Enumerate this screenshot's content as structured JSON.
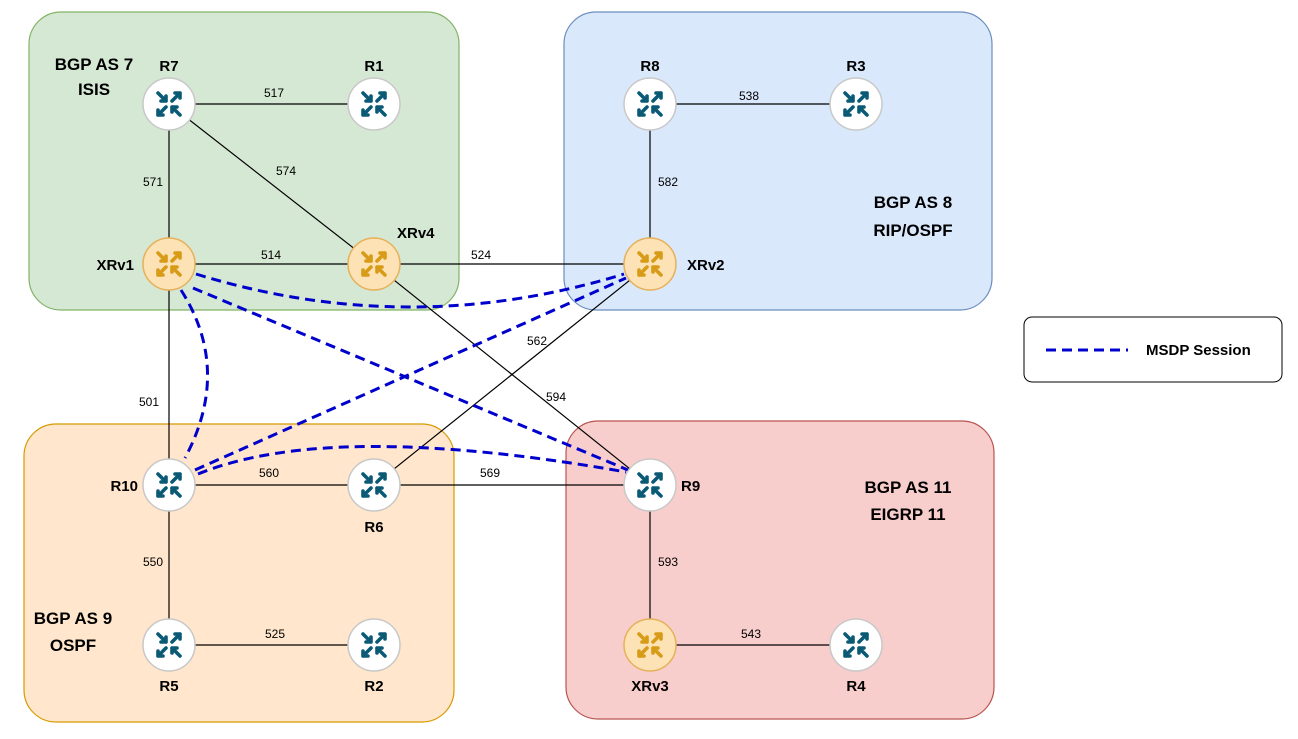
{
  "areas": [
    {
      "id": "as7",
      "label1": "BGP AS 7",
      "label2": "ISIS",
      "fill": "#d5e8d4",
      "stroke": "#82b366"
    },
    {
      "id": "as8",
      "label1": "BGP AS 8",
      "label2": "RIP/OSPF",
      "fill": "#dae8fc",
      "stroke": "#6c8ebf"
    },
    {
      "id": "as9",
      "label1": "BGP AS 9",
      "label2": "OSPF",
      "fill": "#ffe6cc",
      "stroke": "#d79b00"
    },
    {
      "id": "as11",
      "label1": "BGP AS 11",
      "label2": "EIGRP 11",
      "fill": "#f8cecc",
      "stroke": "#b85450"
    }
  ],
  "routers": [
    {
      "id": "R7",
      "label": "R7",
      "type": "router"
    },
    {
      "id": "R1",
      "label": "R1",
      "type": "router"
    },
    {
      "id": "XRv1",
      "label": "XRv1",
      "type": "xrv"
    },
    {
      "id": "XRv4",
      "label": "XRv4",
      "type": "xrv"
    },
    {
      "id": "R8",
      "label": "R8",
      "type": "router"
    },
    {
      "id": "R3",
      "label": "R3",
      "type": "router"
    },
    {
      "id": "XRv2",
      "label": "XRv2",
      "type": "xrv"
    },
    {
      "id": "R10",
      "label": "R10",
      "type": "router"
    },
    {
      "id": "R6",
      "label": "R6",
      "type": "router"
    },
    {
      "id": "R5",
      "label": "R5",
      "type": "router"
    },
    {
      "id": "R2",
      "label": "R2",
      "type": "router"
    },
    {
      "id": "R9",
      "label": "R9",
      "type": "router"
    },
    {
      "id": "XRv3",
      "label": "XRv3",
      "type": "xrv"
    },
    {
      "id": "R4",
      "label": "R4",
      "type": "router"
    }
  ],
  "links": [
    {
      "from": "R7",
      "to": "R1",
      "label": "517"
    },
    {
      "from": "R7",
      "to": "XRv1",
      "label": "571"
    },
    {
      "from": "R7",
      "to": "XRv4",
      "label": "574"
    },
    {
      "from": "XRv1",
      "to": "XRv4",
      "label": "514"
    },
    {
      "from": "XRv4",
      "to": "XRv2",
      "label": "524"
    },
    {
      "from": "R8",
      "to": "R3",
      "label": "538"
    },
    {
      "from": "R8",
      "to": "XRv2",
      "label": "582"
    },
    {
      "from": "XRv2",
      "to": "R6",
      "label": "562"
    },
    {
      "from": "XRv4",
      "to": "R9",
      "label": "594"
    },
    {
      "from": "XRv1",
      "to": "R10",
      "label": "501"
    },
    {
      "from": "R10",
      "to": "R6",
      "label": "560"
    },
    {
      "from": "R6",
      "to": "R9",
      "label": "569"
    },
    {
      "from": "R10",
      "to": "R5",
      "label": "550"
    },
    {
      "from": "R5",
      "to": "R2",
      "label": "525"
    },
    {
      "from": "R9",
      "to": "XRv3",
      "label": "593"
    },
    {
      "from": "XRv3",
      "to": "R4",
      "label": "543"
    }
  ],
  "msdp_sessions": [
    {
      "from": "XRv1",
      "to": "XRv2"
    },
    {
      "from": "XRv1",
      "to": "R10"
    },
    {
      "from": "XRv1",
      "to": "R9"
    },
    {
      "from": "R10",
      "to": "XRv2"
    },
    {
      "from": "R10",
      "to": "R9"
    }
  ],
  "legend": {
    "label": "MSDP Session",
    "line_color": "#0000cc"
  },
  "colors": {
    "router_fill": "#ffffff",
    "router_arrow": "#0b5a75",
    "xrv_fill": "#fce2b4",
    "xrv_stroke": "#e6b15a",
    "xrv_arrow": "#d79b17",
    "link": "#000000",
    "msdp": "#0000cc"
  }
}
